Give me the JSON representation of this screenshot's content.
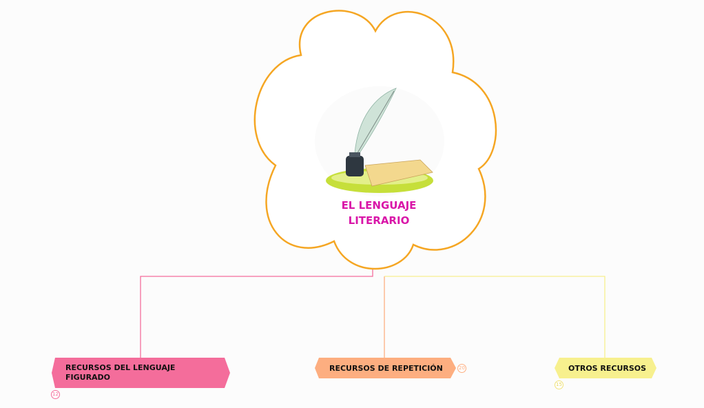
{
  "central": {
    "title_line1": "EL LENGUAJE",
    "title_line2": "LITERARIO",
    "image": "inkwell-quill-paper"
  },
  "nodes": [
    {
      "label": "RECURSOS DEL LENGUAJE FIGURADO",
      "line1": "RECURSOS DEL LENGUAJE",
      "line2": "FIGURADO",
      "badge": "12",
      "color": "#f46d9b"
    },
    {
      "label": "RECURSOS DE REPETICIÓN",
      "badge": "20",
      "color": "#fdae80"
    },
    {
      "label": "OTROS RECURSOS",
      "badge": "15",
      "color": "#f7f08e"
    }
  ],
  "colors": {
    "cloud_border": "#f5a623",
    "title": "#d916a8"
  }
}
